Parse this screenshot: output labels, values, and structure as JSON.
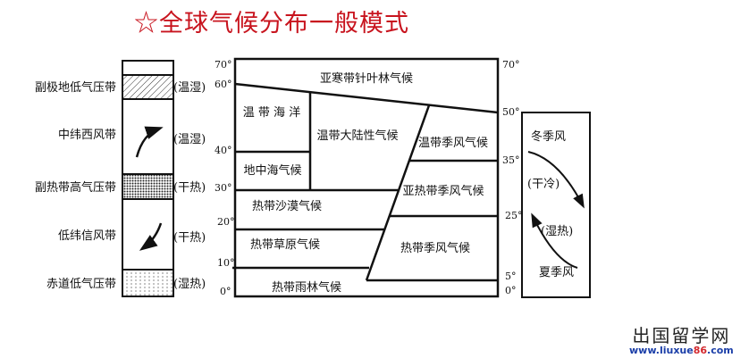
{
  "title": "☆全球气候分布一般模式",
  "pressure_wind_column": {
    "labels": [
      "副极地低气压带",
      "中纬西风带",
      "副热带高气压带",
      "低纬信风带",
      "赤道低气压带"
    ],
    "traits": [
      "(温湿)",
      "(温湿)",
      "(干热)",
      "(干热)",
      "(湿热)"
    ]
  },
  "latitudes_left": [
    "70°",
    "60°",
    "40°",
    "30°",
    "20°",
    "10°",
    "0°"
  ],
  "latitudes_right": [
    "70°",
    "50°",
    "35°",
    "25°",
    "5°",
    "0°"
  ],
  "climates": {
    "subarctic": "亚寒带针叶林气候",
    "temperate_maritime": "温 带 海 洋",
    "temperate_continental": "温带大陆性气候",
    "mediterranean": "地中海气候",
    "temperate_monsoon": "温带季风气候",
    "subtropical_monsoon": "亚热带季风气候",
    "tropical_desert": "热带沙漠气候",
    "tropical_savanna": "热带草原气候",
    "tropical_monsoon": "热带季风气候",
    "tropical_rainforest": "热带雨林气候"
  },
  "monsoon_box": {
    "winter": "冬季风",
    "winter_trait": "(干冷)",
    "summer_trait": "(湿热)",
    "summer": "夏季风"
  },
  "watermark": {
    "name": "出国留学网",
    "url_a": "www.liuxue",
    "url_b": "86",
    "url_c": ".com"
  }
}
